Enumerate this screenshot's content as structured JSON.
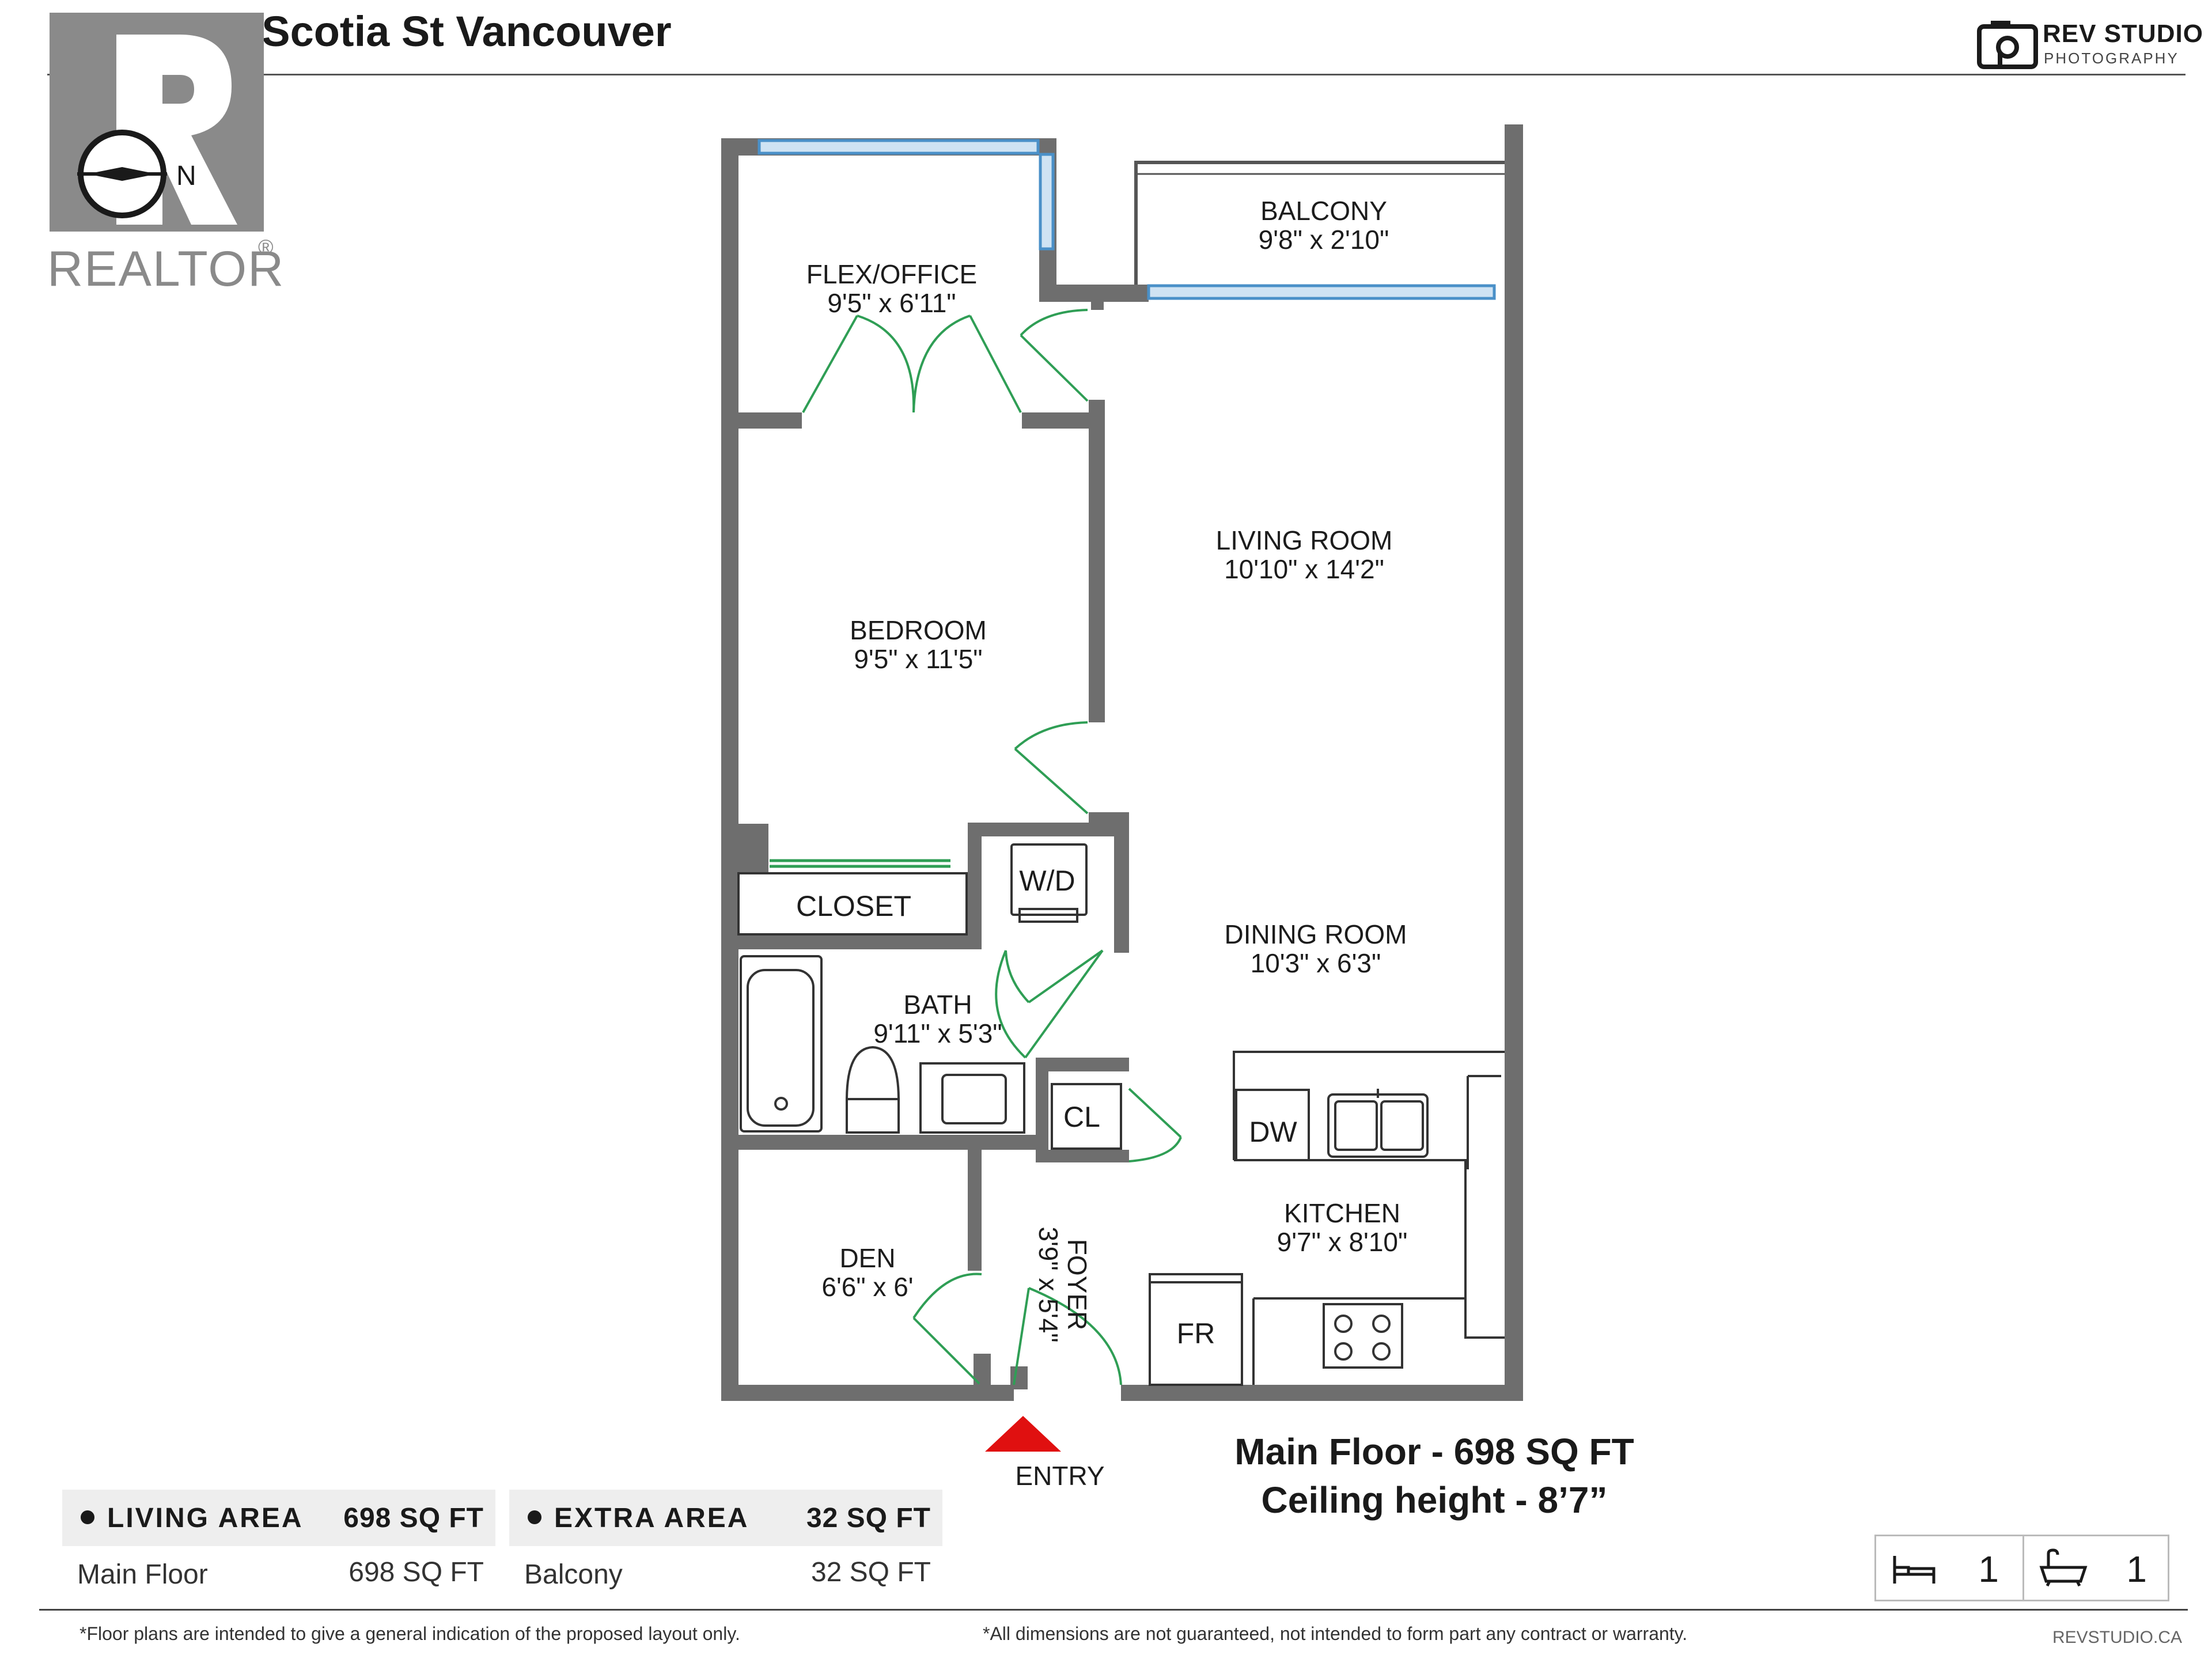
{
  "header": {
    "title": "208 2321 Scotia St Vancouver"
  },
  "brand": {
    "name": "REV STUDIO",
    "sub": "PHOTOGRAPHY",
    "url": "REVSTUDIO.CA"
  },
  "watermark": {
    "text": "REALTOR",
    "reg": "®",
    "compass_label": "N"
  },
  "rooms": {
    "balcony": {
      "name": "BALCONY",
      "dims": "9'8\" x 2'10\""
    },
    "flex": {
      "name": "FLEX/OFFICE",
      "dims": "9'5\" x 6'11\""
    },
    "living": {
      "name": "LIVING ROOM",
      "dims": "10'10\" x 14'2\""
    },
    "bedroom": {
      "name": "BEDROOM",
      "dims": "9'5\" x 11'5\""
    },
    "dining": {
      "name": "DINING ROOM",
      "dims": "10'3\" x 6'3\""
    },
    "bath": {
      "name": "BATH",
      "dims": "9'11\" x 5'3\""
    },
    "kitchen": {
      "name": "KITCHEN",
      "dims": "9'7\" x 8'10\""
    },
    "den": {
      "name": "DEN",
      "dims": "6'6\" x 6'"
    },
    "foyer": {
      "name": "FOYER",
      "dims": "3'9\" x 5'4\""
    }
  },
  "fixtures": {
    "closet": "CLOSET",
    "wd": "W/D",
    "cl": "CL",
    "dw": "DW",
    "fr": "FR"
  },
  "entry_label": "ENTRY",
  "summary": {
    "main_floor": "Main Floor - 698 SQ FT",
    "ceiling": "Ceiling height - 8’7”"
  },
  "living_area": {
    "label": "LIVING AREA",
    "total": "698 SQ FT",
    "rows": [
      {
        "name": "Main Floor",
        "value": "698 SQ FT"
      }
    ]
  },
  "extra_area": {
    "label": "EXTRA AREA",
    "total": "32 SQ FT",
    "rows": [
      {
        "name": "Balcony",
        "value": "32 SQ FT"
      }
    ]
  },
  "counts": {
    "bedrooms": "1",
    "bathrooms": "1"
  },
  "disclaimers": {
    "left": "*Floor plans are intended to give a general indication of the proposed layout only.",
    "right": "*All dimensions are not guaranteed, not intended to form part any contract or warranty."
  },
  "colors": {
    "wall": "#6e6e6e",
    "door": "#2f9e55",
    "window": "#4a90c8",
    "entry": "#e01010"
  }
}
